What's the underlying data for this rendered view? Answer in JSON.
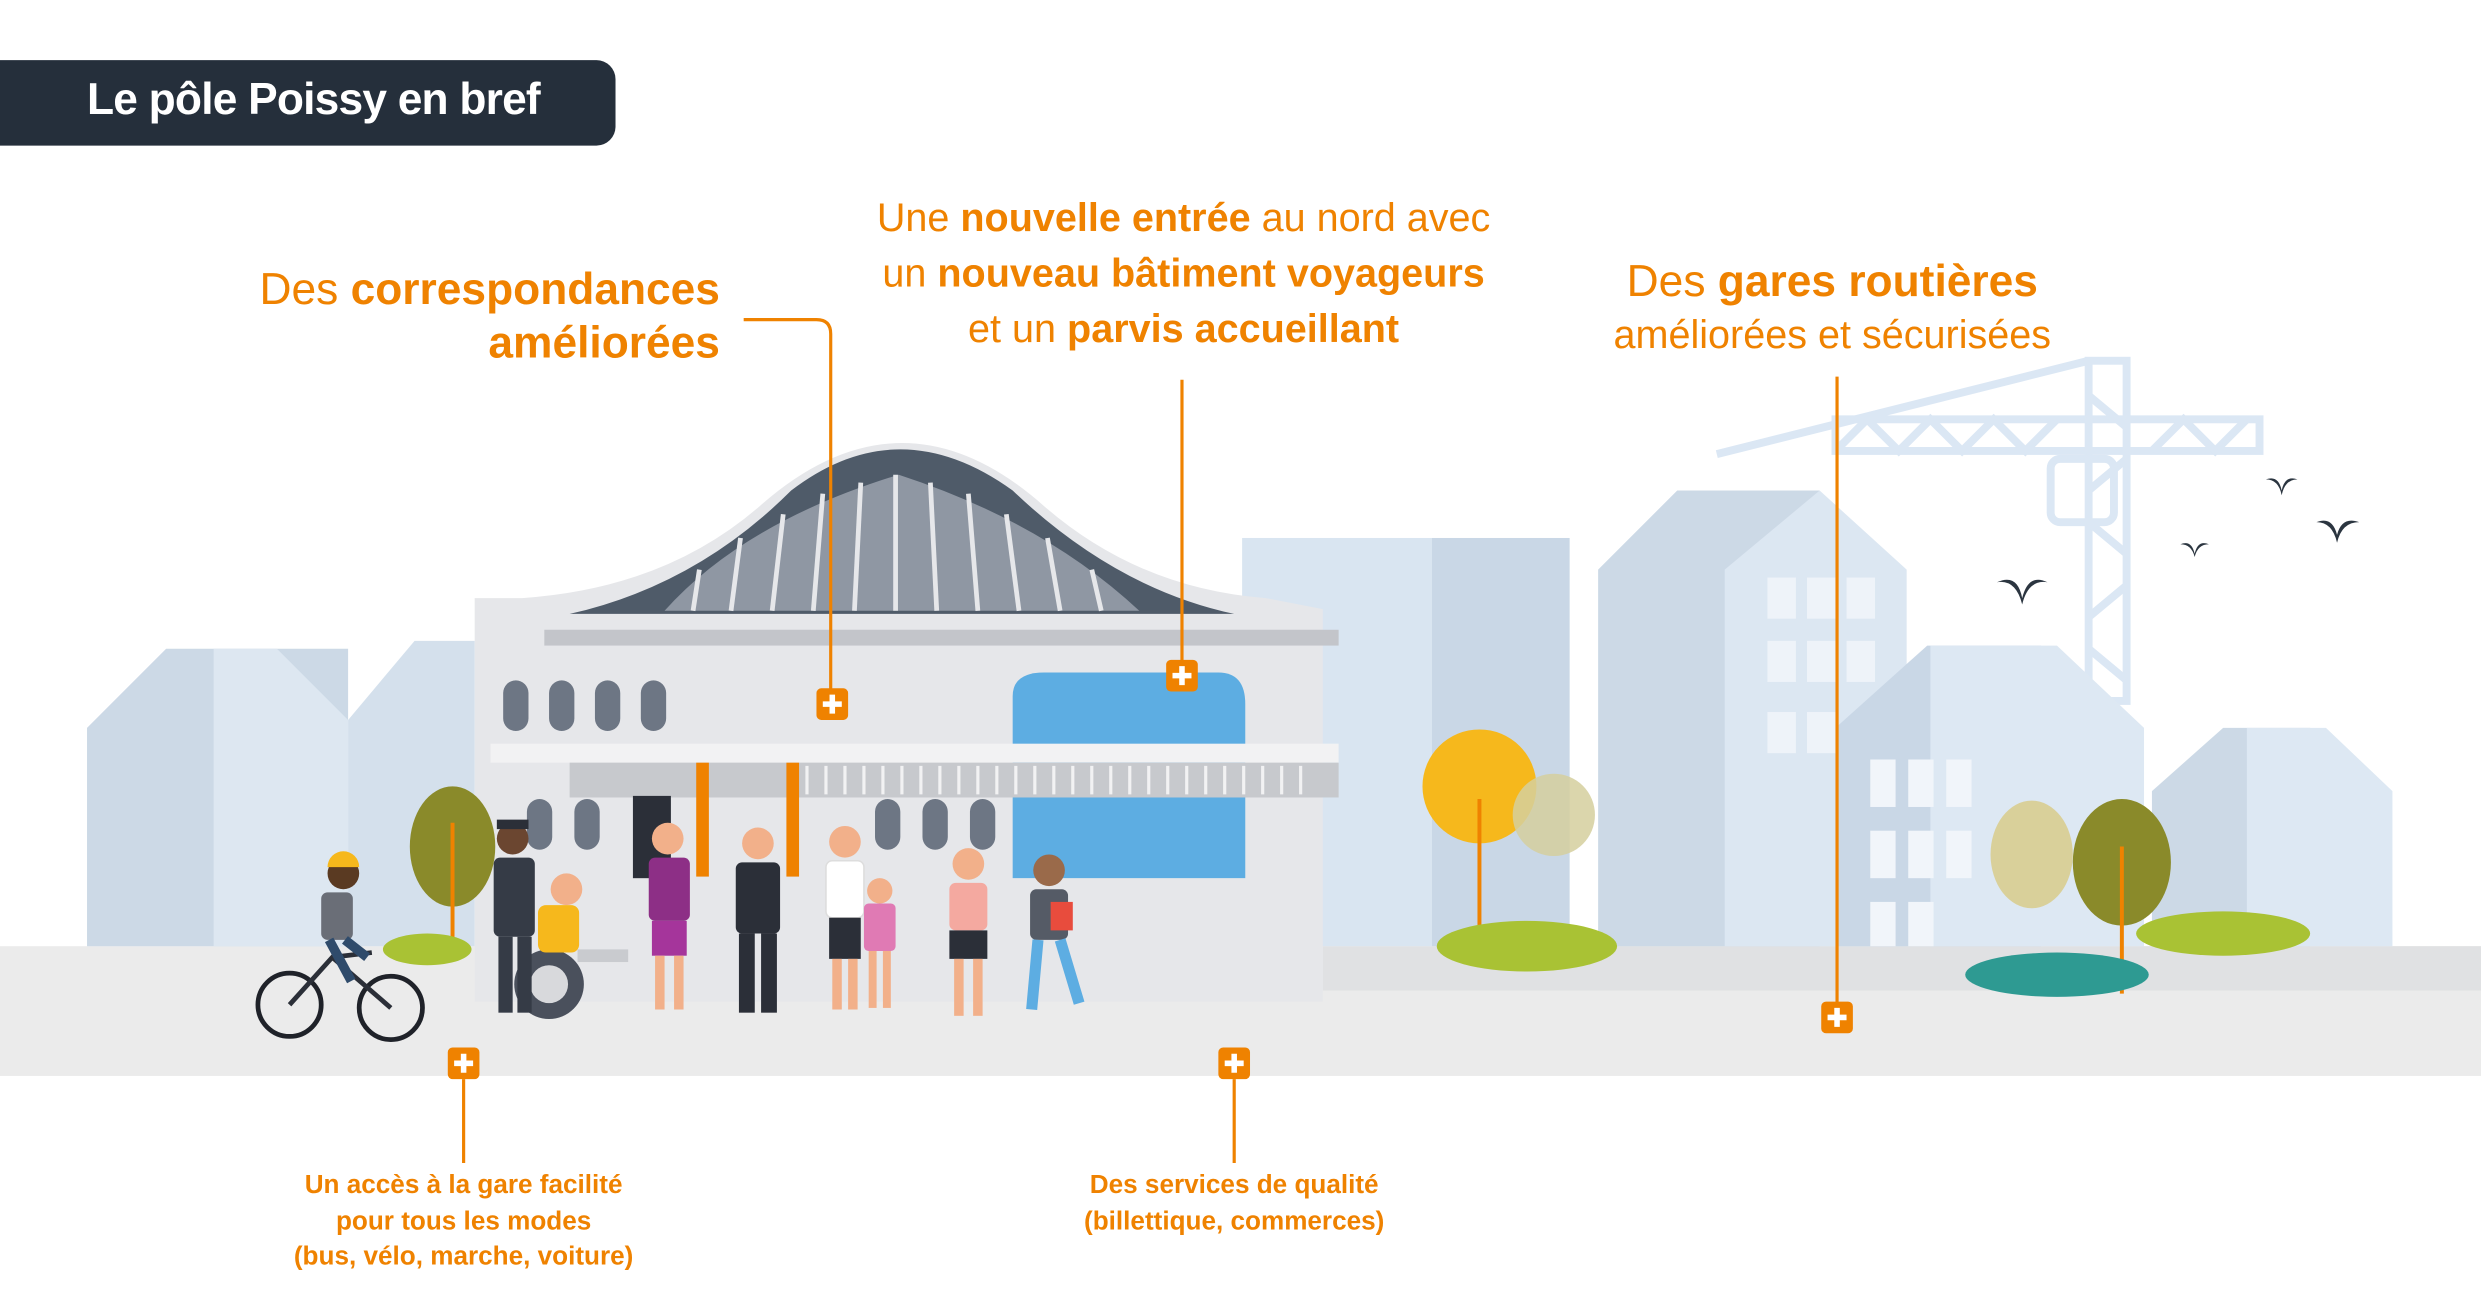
{
  "title": "Le pôle Poissy en bref",
  "colors": {
    "accent": "#ef8200",
    "title_bg": "#252f3b",
    "ground": "#ebebeb",
    "buildings": "#cfdceb",
    "glass": "#5dade2"
  },
  "callouts": {
    "correspondances": {
      "l1_light": "Des ",
      "l1_bold": "correspondances",
      "l2_bold": "améliorées"
    },
    "entree": {
      "l1_light_a": "Une ",
      "l1_bold": "nouvelle entrée",
      "l1_light_b": " au nord avec",
      "l2_light": "un ",
      "l2_bold": "nouveau bâtiment voyageurs",
      "l3_light": "et un ",
      "l3_bold": "parvis accueillant"
    },
    "gares": {
      "l1_light": "Des ",
      "l1_bold": "gares routières",
      "l2_light": "améliorées et sécurisées"
    },
    "acces": {
      "l1": "Un accès à la gare facilité",
      "l2": "pour tous les modes",
      "l3": "(bus, vélo, marche, voiture)"
    },
    "services": {
      "l1": "Des services de qualité",
      "l2": "(billettique, commerces)"
    }
  },
  "markers": [
    "plus-icon",
    "plus-icon",
    "plus-icon",
    "plus-icon",
    "plus-icon"
  ]
}
